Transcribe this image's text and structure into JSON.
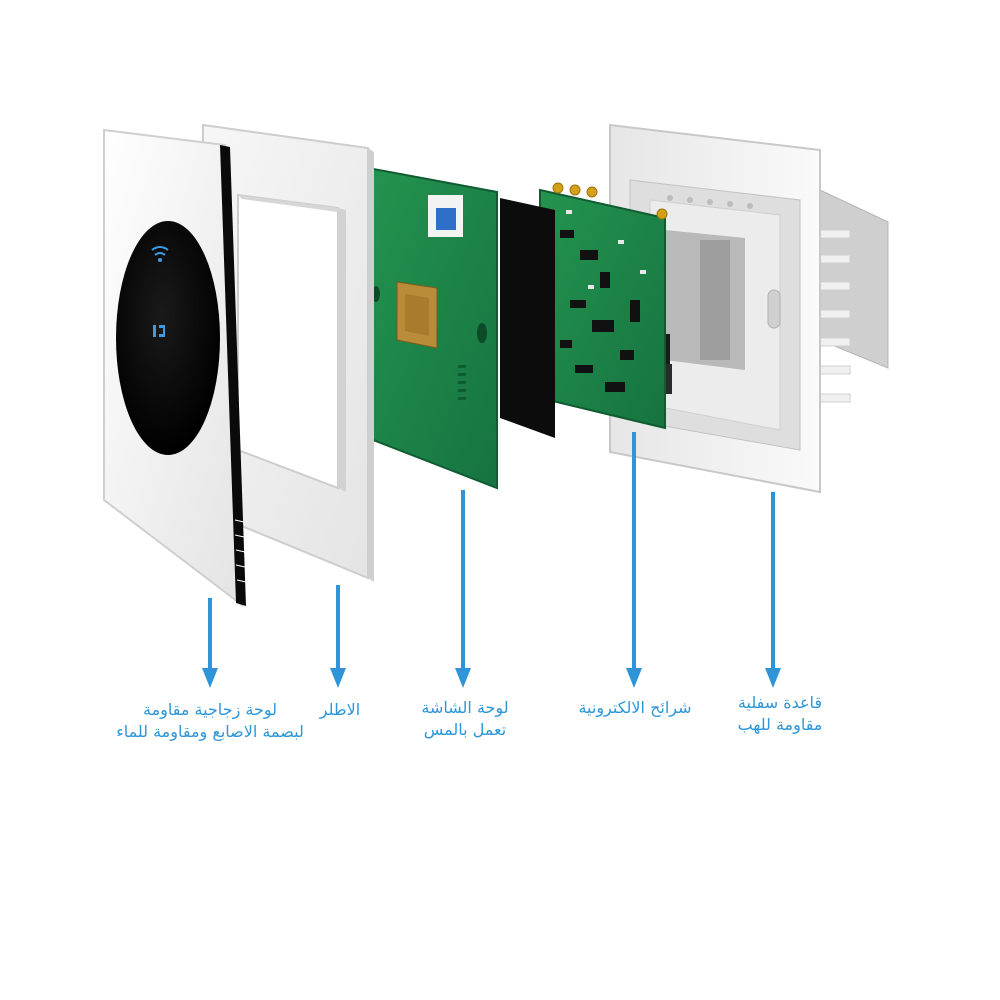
{
  "colors": {
    "accent": "#2e96d8",
    "pcb": "#1f8a4a",
    "glass": "#111111",
    "frame": "#f4f4f4"
  },
  "labels": {
    "glass_panel": {
      "line1": "لوحة زجاجية مقاومة",
      "line2": "لبصمة الاصابع ومقاومة للماء"
    },
    "frame": {
      "line1": "الاطلر"
    },
    "touch_board": {
      "line1": "لوحة الشاشة",
      "line2": "تعمل بالمس"
    },
    "chips": {
      "line1": "شرائح الالكترونية"
    },
    "base": {
      "line1": "قاعدة سفلية",
      "line2": "مقاومة للهب"
    }
  }
}
